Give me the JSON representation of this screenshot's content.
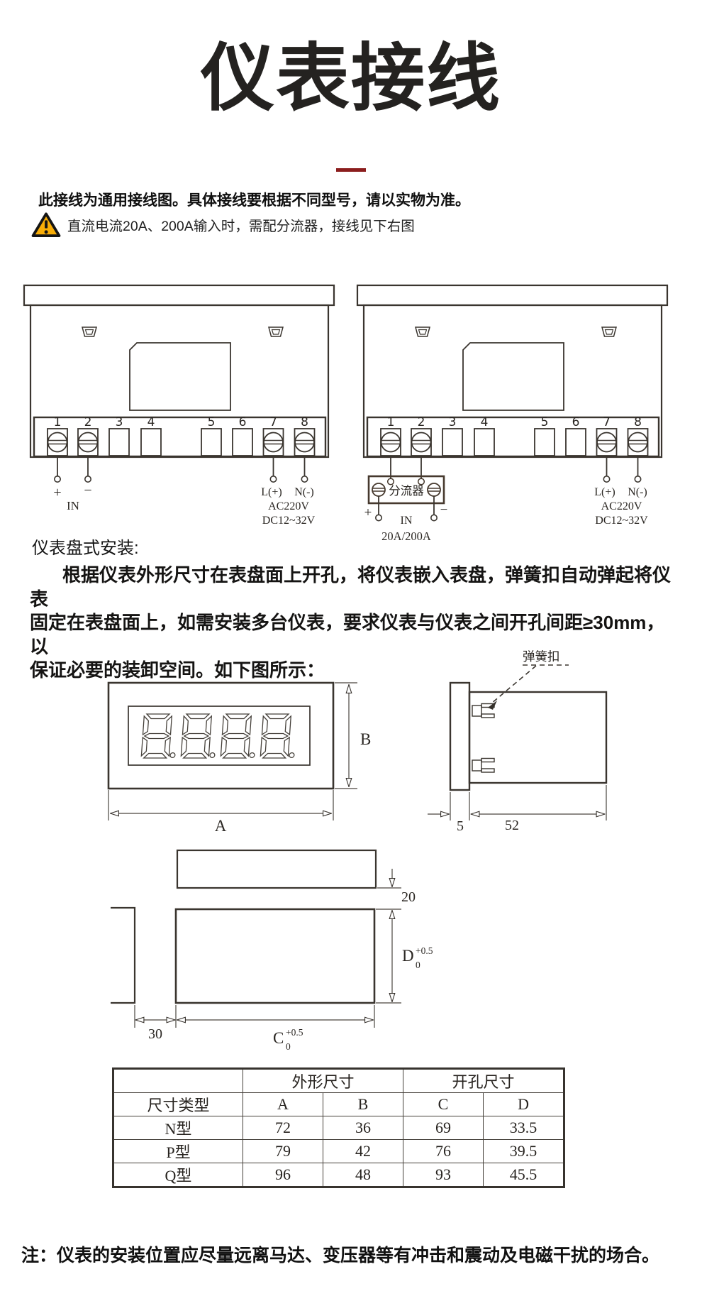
{
  "page": {
    "title": "仪表接线",
    "divider_color": "#8b1d1d",
    "intro_bold": "此接线为通用接线图。具体接线要根据不同型号，请以实物为准。",
    "warning_text": "直流电流20A、200A输入时，需配分流器，接线见下右图",
    "note": "注：仪表的安装位置应尽量远离马达、变压器等有冲击和震动及电磁干扰的场合。"
  },
  "wiring": {
    "terminals": [
      "1",
      "2",
      "3",
      "4",
      "5",
      "6",
      "7",
      "8"
    ],
    "left": {
      "plus": "+",
      "minus": "−",
      "input": "IN",
      "live": "L(+)",
      "neutral": "N(-)",
      "ac": "AC220V",
      "dc": "DC12~32V"
    },
    "right": {
      "shunt": "分流器",
      "plus": "+",
      "minus": "−",
      "input": "IN",
      "range": "20A/200A",
      "live": "L(+)",
      "neutral": "N(-)",
      "ac": "AC220V",
      "dc": "DC12~32V"
    }
  },
  "install": {
    "heading": "仪表盘式安装:",
    "para1": "根据仪表外形尺寸在表盘面上开孔，将仪表嵌入表盘，弹簧扣自动弹起将仪表",
    "para2": "固定在表盘面上，如需安装多台仪表，要求仪表与仪表之间开孔间距≥30mm，以",
    "para3": "保证必要的装卸空间。如下图所示：",
    "spring_clip": "弹簧扣",
    "dims": {
      "A": "A",
      "B": "B",
      "five": "5",
      "fifty_two": "52",
      "twenty": "20",
      "thirty": "30",
      "C": "C",
      "D": "D",
      "tol_plus": "+0.5",
      "tol_zero": "0"
    }
  },
  "size_table": {
    "outer_header": "外形尺寸",
    "hole_header": "开孔尺寸",
    "type_header": "尺寸类型",
    "cols": [
      "A",
      "B",
      "C",
      "D"
    ],
    "rows": [
      {
        "type": "N型",
        "A": "72",
        "B": "36",
        "C": "69",
        "D": "33.5"
      },
      {
        "type": "P型",
        "A": "79",
        "B": "42",
        "C": "76",
        "D": "39.5"
      },
      {
        "type": "Q型",
        "A": "96",
        "B": "48",
        "C": "93",
        "D": "45.5"
      }
    ]
  }
}
